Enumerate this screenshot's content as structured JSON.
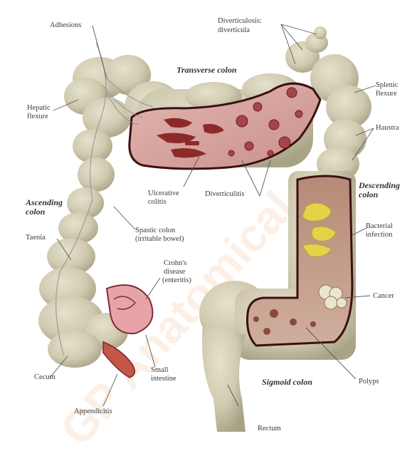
{
  "colors": {
    "background": "#ffffff",
    "colon_outer": "#cfcab0",
    "colon_shadow": "#a9a386",
    "mucosa": "#d7a3a0",
    "mucosa_dark": "#8c2a2a",
    "descending_inner": "#c9a592",
    "bacteria": "#e3d34a",
    "label_text": "#3a3a3a",
    "leader_line": "#555555",
    "watermark": "#f0a060"
  },
  "regions": {
    "transverse": "Transverse colon",
    "ascending_1": "Ascending",
    "ascending_2": "colon",
    "descending_1": "Descending",
    "descending_2": "colon",
    "sigmoid": "Sigmoid colon"
  },
  "labels": {
    "adhesions": "Adhesions",
    "diverticulosis_1": "Diverticulosis:",
    "diverticulosis_2": "diverticula",
    "hepatic_1": "Hepatic",
    "hepatic_2": "flexure",
    "splenic_1": "Splenic",
    "splenic_2": "flexure",
    "haustra": "Haustra",
    "ulcerative_1": "Ulcerative",
    "ulcerative_2": "colitis",
    "diverticulitis": "Diverticulitis",
    "bacterial_1": "Bacterial",
    "bacterial_2": "infection",
    "taenia": "Taenia",
    "spastic_1": "Spastic colon",
    "spastic_2": "(irritable bowel)",
    "crohns_1": "Crohn's",
    "crohns_2": "disease",
    "crohns_3": "(enteritis)",
    "cancer": "Cancer",
    "cecum": "Cecum",
    "small_1": "Small",
    "small_2": "intestine",
    "appendicitis": "Appendicitis",
    "polyps": "Polyps",
    "rectum": "Rectum"
  },
  "watermark": "GP Anatomical"
}
